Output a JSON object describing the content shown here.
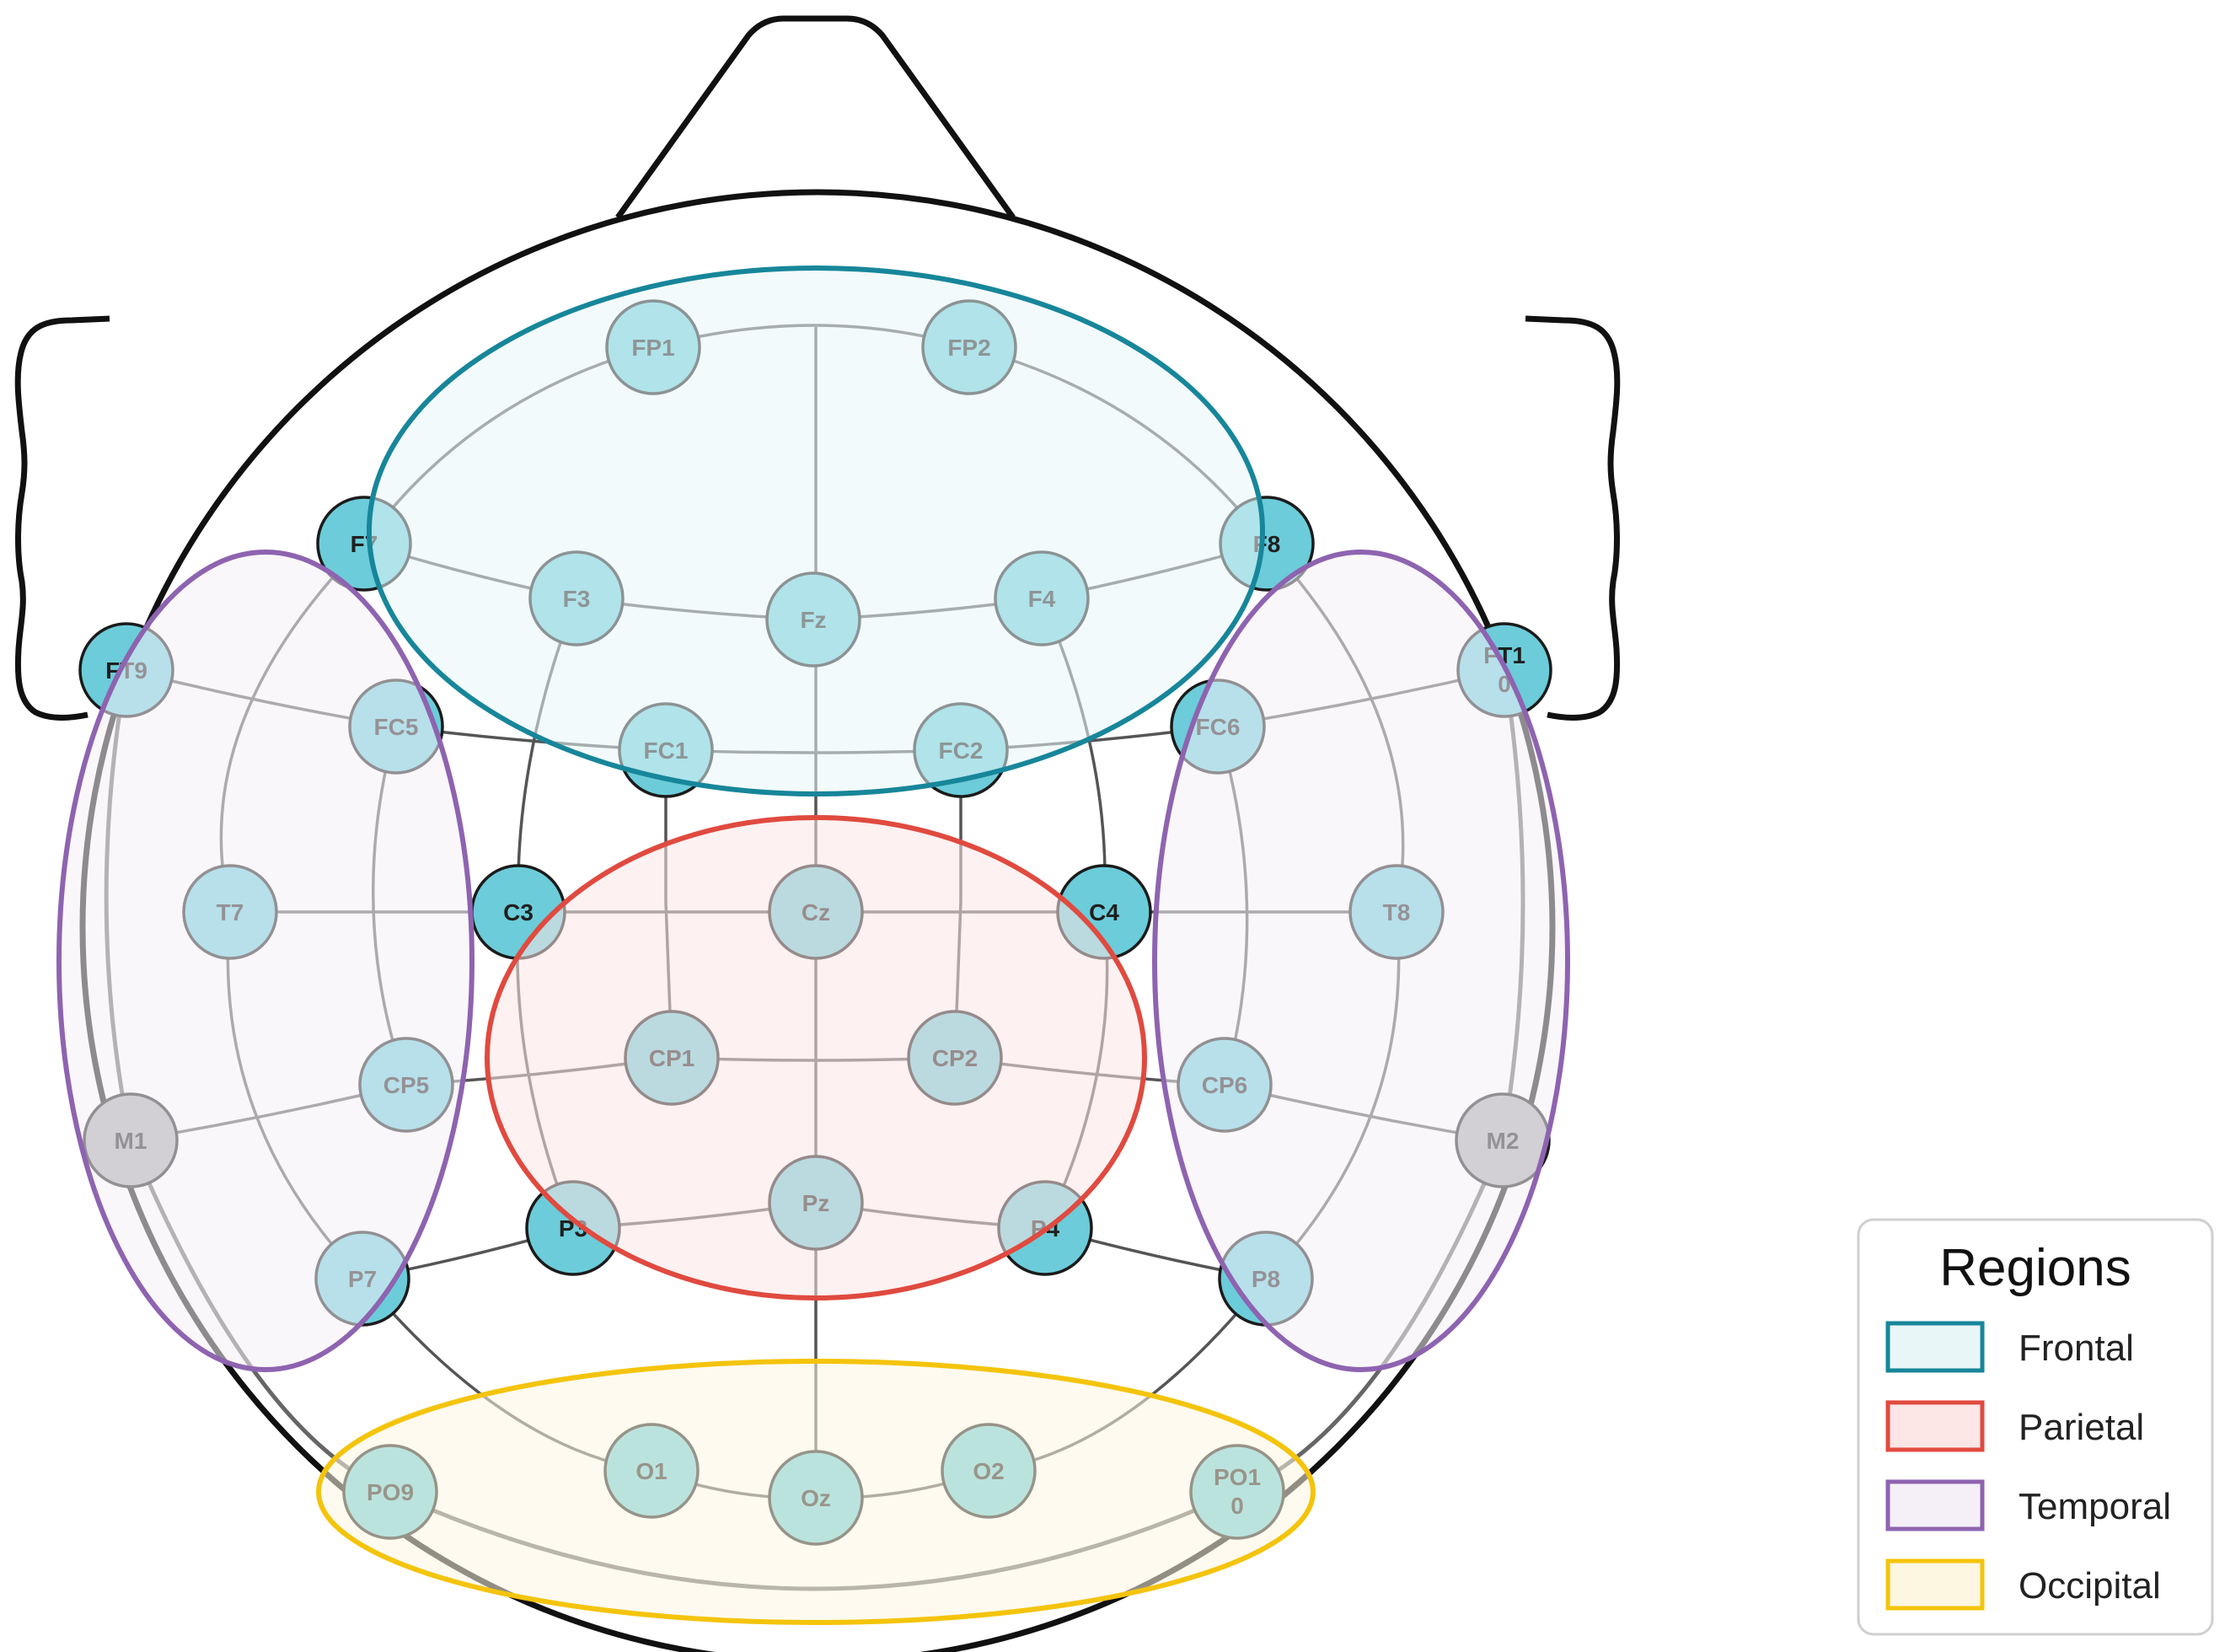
{
  "colors": {
    "electrode_cyan": "#6cccd9",
    "electrode_gray": "#a7a7ab",
    "frontal": "#17869a",
    "frontal_fill": "#e9f6f8",
    "parietal": "#e04a3f",
    "parietal_fill": "#fce6e6",
    "temporal": "#8e63b0",
    "temporal_fill": "#f5f0f8",
    "occipital": "#f4c40c",
    "occipital_fill": "#fdf6e1"
  },
  "electrodes": [
    {
      "id": "FP1",
      "label": "FP1",
      "color": "cyan"
    },
    {
      "id": "FP2",
      "label": "FP2",
      "color": "cyan"
    },
    {
      "id": "F7",
      "label": "F7",
      "color": "cyan"
    },
    {
      "id": "F3",
      "label": "F3",
      "color": "cyan"
    },
    {
      "id": "Fz",
      "label": "Fz",
      "color": "cyan"
    },
    {
      "id": "F4",
      "label": "F4",
      "color": "cyan"
    },
    {
      "id": "F8",
      "label": "F8",
      "color": "cyan"
    },
    {
      "id": "FT9",
      "label": "FT9",
      "color": "cyan"
    },
    {
      "id": "FC5",
      "label": "FC5",
      "color": "cyan"
    },
    {
      "id": "FC1",
      "label": "FC1",
      "color": "cyan"
    },
    {
      "id": "FC2",
      "label": "FC2",
      "color": "cyan"
    },
    {
      "id": "FC6",
      "label": "FC6",
      "color": "cyan"
    },
    {
      "id": "FT10",
      "label": "FT1 0",
      "color": "cyan"
    },
    {
      "id": "T7",
      "label": "T7",
      "color": "cyan"
    },
    {
      "id": "C3",
      "label": "C3",
      "color": "cyan"
    },
    {
      "id": "Cz",
      "label": "Cz",
      "color": "cyan"
    },
    {
      "id": "C4",
      "label": "C4",
      "color": "cyan"
    },
    {
      "id": "T8",
      "label": "T8",
      "color": "cyan"
    },
    {
      "id": "CP5",
      "label": "CP5",
      "color": "cyan"
    },
    {
      "id": "CP1",
      "label": "CP1",
      "color": "cyan"
    },
    {
      "id": "CP2",
      "label": "CP2",
      "color": "cyan"
    },
    {
      "id": "CP6",
      "label": "CP6",
      "color": "cyan"
    },
    {
      "id": "M1",
      "label": "M1",
      "color": "gray"
    },
    {
      "id": "M2",
      "label": "M2",
      "color": "gray"
    },
    {
      "id": "P7",
      "label": "P7",
      "color": "cyan"
    },
    {
      "id": "P3",
      "label": "P3",
      "color": "cyan"
    },
    {
      "id": "Pz",
      "label": "Pz",
      "color": "cyan"
    },
    {
      "id": "P4",
      "label": "P4",
      "color": "cyan"
    },
    {
      "id": "P8",
      "label": "P8",
      "color": "cyan"
    },
    {
      "id": "PO9",
      "label": "PO9",
      "color": "cyan"
    },
    {
      "id": "O1",
      "label": "O1",
      "color": "cyan"
    },
    {
      "id": "Oz",
      "label": "Oz",
      "color": "cyan"
    },
    {
      "id": "O2",
      "label": "O2",
      "color": "cyan"
    },
    {
      "id": "PO10",
      "label": "PO1 0",
      "color": "cyan"
    }
  ],
  "regions": [
    {
      "id": "frontal",
      "name": "Frontal"
    },
    {
      "id": "parietal",
      "name": "Parietal"
    },
    {
      "id": "temporal",
      "name": "Temporal"
    },
    {
      "id": "occipital",
      "name": "Occipital"
    }
  ],
  "legend": {
    "title": "Regions",
    "items": [
      {
        "label": "Frontal",
        "region": "frontal"
      },
      {
        "label": "Parietal",
        "region": "parietal"
      },
      {
        "label": "Temporal",
        "region": "temporal"
      },
      {
        "label": "Occipital",
        "region": "occipital"
      }
    ]
  }
}
